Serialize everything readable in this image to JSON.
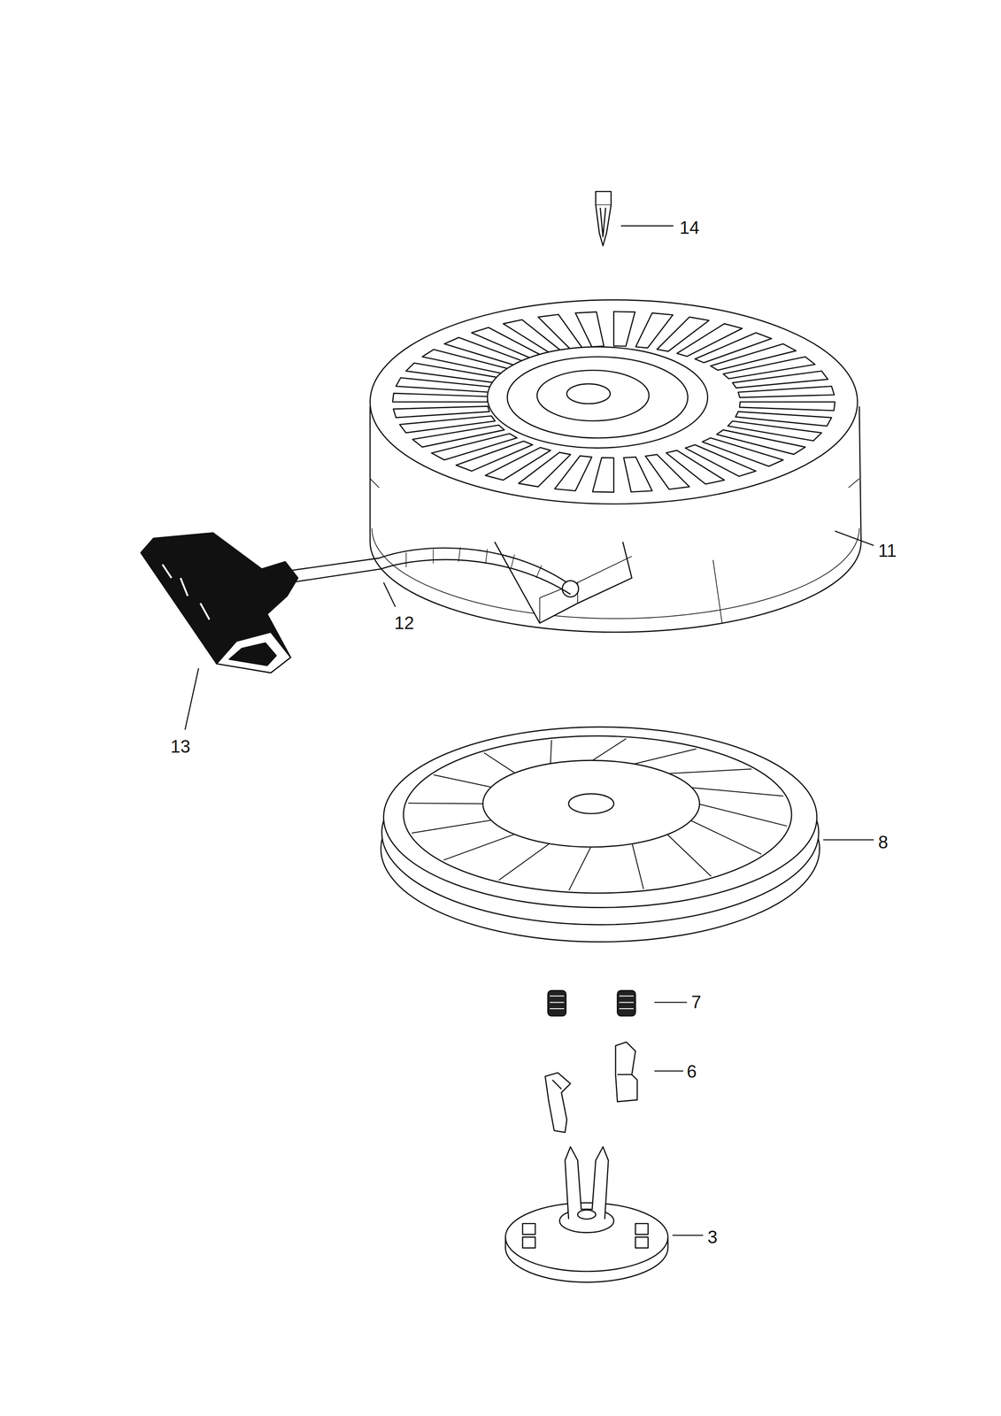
{
  "diagram": {
    "labels": [
      "14",
      "11",
      "12",
      "13",
      "8",
      "7",
      "6",
      "3"
    ]
  }
}
